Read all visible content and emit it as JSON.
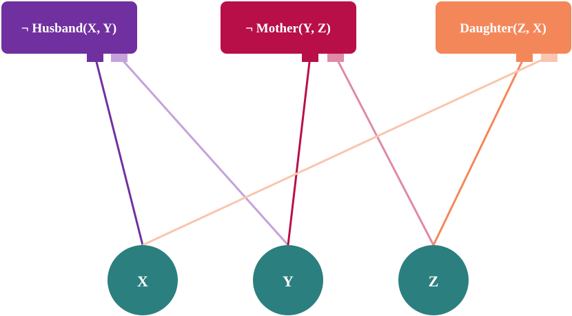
{
  "clauses": [
    {
      "id": "c1",
      "label": "¬ Husband(X, Y)",
      "color": "#7030A0",
      "port_colors": [
        "#7030A0",
        "#C5A2DA"
      ]
    },
    {
      "id": "c2",
      "label": "¬ Mother(Y, Z)",
      "color": "#B80F48",
      "port_colors": [
        "#B80F48",
        "#E089A8"
      ]
    },
    {
      "id": "c3",
      "label": "Daughter(Z, X)",
      "color": "#F4875A",
      "port_colors": [
        "#F4875A",
        "#F9C5AE"
      ]
    }
  ],
  "variables": [
    {
      "id": "X",
      "label": "X",
      "color": "#2B7F7F"
    },
    {
      "id": "Y",
      "label": "Y",
      "color": "#2B7F7F"
    },
    {
      "id": "Z",
      "label": "Z",
      "color": "#2B7F7F"
    }
  ],
  "edges": [
    {
      "from": "c1",
      "port": 0,
      "to": "X",
      "color": "#7030A0"
    },
    {
      "from": "c1",
      "port": 1,
      "to": "Y",
      "color": "#C5A2DA"
    },
    {
      "from": "c2",
      "port": 0,
      "to": "Y",
      "color": "#B80F48"
    },
    {
      "from": "c2",
      "port": 1,
      "to": "Z",
      "color": "#E089A8"
    },
    {
      "from": "c3",
      "port": 0,
      "to": "Z",
      "color": "#F4875A"
    },
    {
      "from": "c3",
      "port": 1,
      "to": "X",
      "color": "#F9C5AE"
    }
  ]
}
